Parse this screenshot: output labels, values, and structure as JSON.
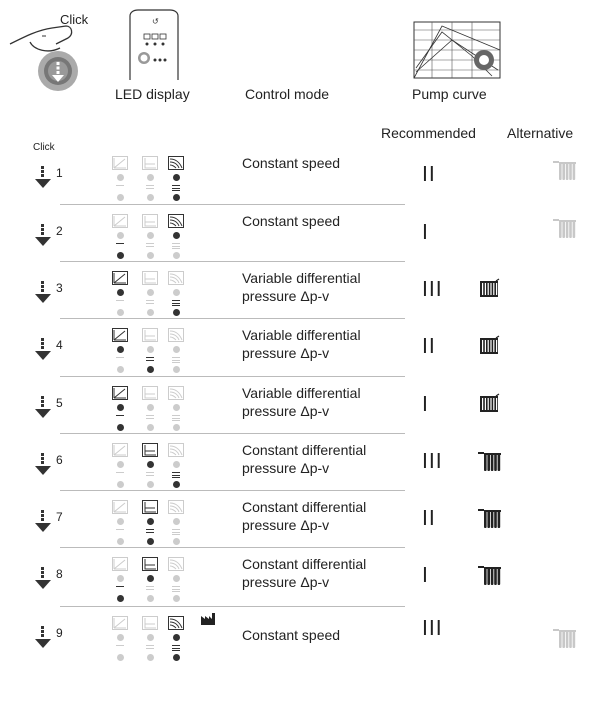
{
  "header": {
    "click_label": "Click",
    "led_display": "LED display",
    "control_mode": "Control mode",
    "pump_curve": "Pump curve",
    "recommended": "Recommended",
    "alternative": "Alternative",
    "click_small": "Click"
  },
  "rows": [
    {
      "number": "1",
      "mode": "Constant speed",
      "level": "II",
      "active_curve": 2,
      "bottom_active": 2,
      "bottom_level": 2,
      "recommended_icon": "",
      "alternative_icon": "radiator-icon"
    },
    {
      "number": "2",
      "mode": "Constant speed",
      "level": "I",
      "active_curve": 2,
      "bottom_active": 0,
      "bottom_level": 1,
      "recommended_icon": "",
      "alternative_icon": "radiator-icon"
    },
    {
      "number": "3",
      "mode": "Variable differential pressure Δp-v",
      "mode_line1": "Variable differential",
      "mode_line2": "pressure Δp-v",
      "level": "III",
      "active_curve": 0,
      "bottom_active": 2,
      "bottom_level": 3,
      "recommended_icon": "floor-radiator-icon"
    },
    {
      "number": "4",
      "mode_line1": "Variable differential",
      "mode_line2": "pressure Δp-v",
      "level": "II",
      "active_curve": 0,
      "bottom_active": 1,
      "bottom_level": 2,
      "recommended_icon": "floor-radiator-icon"
    },
    {
      "number": "5",
      "mode_line1": "Variable differential",
      "mode_line2": "pressure Δp-v",
      "level": "I",
      "active_curve": 0,
      "bottom_active": 0,
      "bottom_level": 1,
      "recommended_icon": "floor-radiator-icon"
    },
    {
      "number": "6",
      "mode_line1": "Constant differential",
      "mode_line2": "pressure Δp-v",
      "level": "III",
      "active_curve": 1,
      "bottom_active": 2,
      "bottom_level": 3,
      "recommended_icon": "radiator-icon"
    },
    {
      "number": "7",
      "mode_line1": "Constant differential",
      "mode_line2": "pressure Δp-v",
      "level": "II",
      "active_curve": 1,
      "bottom_active": 1,
      "bottom_level": 2,
      "recommended_icon": "radiator-icon"
    },
    {
      "number": "8",
      "mode_line1": "Constant differential",
      "mode_line2": "pressure Δp-v",
      "level": "I",
      "active_curve": 1,
      "bottom_active": 0,
      "bottom_level": 1,
      "recommended_icon": "radiator-icon"
    },
    {
      "number": "9",
      "mode": "Constant speed",
      "level": "III",
      "active_curve": 2,
      "bottom_active": 2,
      "bottom_level": 3,
      "extra_icon": "factory-icon",
      "alternative_icon": "radiator-icon"
    }
  ],
  "colors": {
    "active": "#333333",
    "inactive": "#cccccc",
    "text": "#222222"
  }
}
